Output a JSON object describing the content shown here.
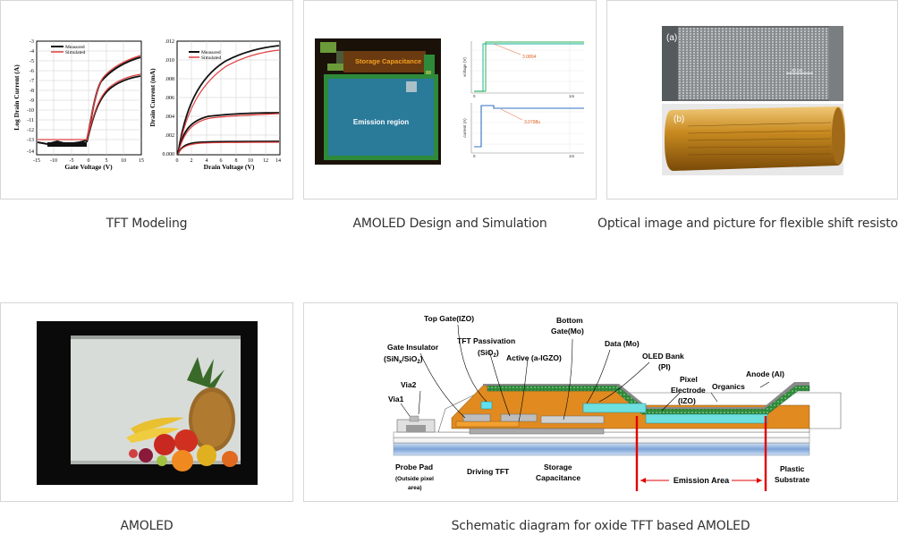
{
  "cards": [
    {
      "caption": "TFT Modeling"
    },
    {
      "caption": "AMOLED Design and Simulation"
    },
    {
      "caption": "Optical image and picture for flexible shift resistor"
    },
    {
      "caption": "AMOLED"
    },
    {
      "caption": "Schematic diagram for oxide TFT based AMOLED"
    }
  ],
  "tft": {
    "left": {
      "ylabel": "Log Drain Current (A)",
      "xlabel": "Gate Voltage (V)",
      "yticks": [
        "-3",
        "-4",
        "-5",
        "-6",
        "-7",
        "-8",
        "-9",
        "-10",
        "-11",
        "-12",
        "-13",
        "-14"
      ],
      "xticks": [
        "-15",
        "-10",
        "-5",
        "0",
        "5",
        "10",
        "15"
      ],
      "legend": [
        "Measured",
        "Simulated"
      ]
    },
    "right": {
      "ylabel": "Drain Current (mA)",
      "xlabel": "Drain Voltage (V)",
      "yticks": [
        ".012",
        ".010",
        ".008",
        ".006",
        ".004",
        ".002",
        "0.000"
      ],
      "xticks": [
        "0",
        "2",
        "4",
        "6",
        "8",
        "10",
        "12",
        "14"
      ],
      "legend": [
        "Measured",
        "Simulated"
      ]
    }
  },
  "design": {
    "storage_label": "Storage Capacitance",
    "emission_label": "Emission region",
    "top": {
      "ylabel": "voltage (V)",
      "value": "3.0804",
      "xticks": [
        "0",
        "1m"
      ]
    },
    "bottom": {
      "ylabel": "current (A)",
      "value": "3.0798u",
      "xticks": [
        "0",
        "1m"
      ]
    }
  },
  "optical": {
    "label_a": "(a)",
    "label_b": "(b)",
    "scale": "40 um"
  },
  "schematic": {
    "top_gate": "Top Gate(IZO)",
    "bottom_gate_1": "Bottom",
    "bottom_gate_2": "Gate(Mo)",
    "tft_passivation": "TFT Passivation",
    "sio2": "(SiO",
    "data": "Data (Mo)",
    "active": "Active (a-IGZO)",
    "gate_insulator": "Gate Insulator",
    "gi_material": "(SiNx/SiO2)",
    "oled_bank": "OLED Bank",
    "pi": "(PI)",
    "anode": "Anode (Al)",
    "pixel_1": "Pixel",
    "pixel_2": "Electrode",
    "pixel_3": "(IZO)",
    "organics": "Organics",
    "via2": "Via2",
    "via1": "Via1",
    "probe_pad": "Probe Pad",
    "outside_1": "(Outside pixel",
    "outside_2": "area)",
    "driving_tft": "Driving TFT",
    "storage_1": "Storage",
    "storage_2": "Capacitance",
    "emission_area": "Emission Area",
    "plastic_1": "Plastic",
    "plastic_2": "Substrate"
  }
}
